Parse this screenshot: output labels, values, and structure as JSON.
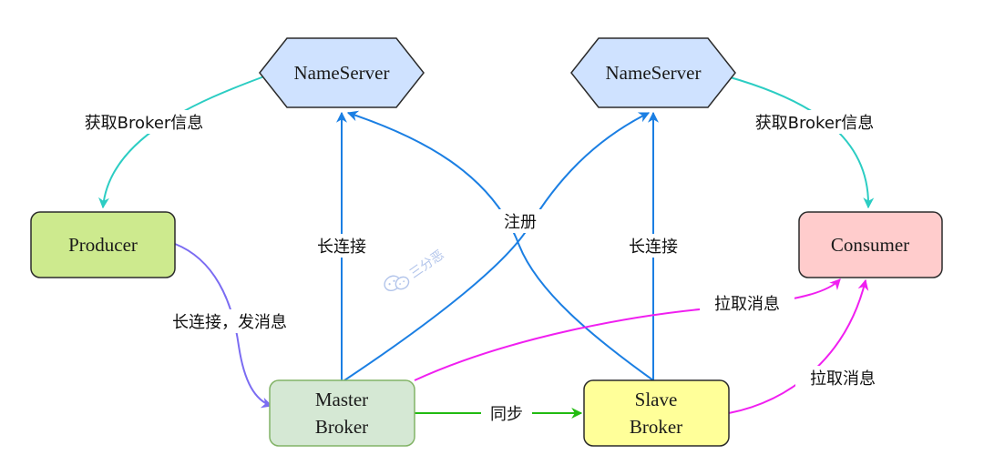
{
  "nodes": {
    "nameserver_left": "NameServer",
    "nameserver_right": "NameServer",
    "producer": "Producer",
    "consumer": "Consumer",
    "master_broker": [
      "Master",
      "Broker"
    ],
    "slave_broker": [
      "Slave",
      "Broker"
    ]
  },
  "edges": {
    "get_broker_info_left": "获取Broker信息",
    "get_broker_info_right": "获取Broker信息",
    "register": "注册",
    "long_connection_left": "长连接",
    "long_connection_right": "长连接",
    "producer_send": "长连接，发消息",
    "pull_message_master": "拉取消息",
    "pull_message_slave": "拉取消息",
    "sync": "同步"
  },
  "watermark": "三分恶",
  "colors": {
    "nameserver_fill": "#cfe2ff",
    "producer_fill": "#cdea8e",
    "consumer_fill": "#ffcccc",
    "master_fill": "#d5e8d4",
    "slave_fill": "#ffff99",
    "register_blue": "#1b7fe3",
    "teal": "#2ccdc3",
    "purple": "#7b6cf2",
    "magenta": "#f01ff0",
    "green": "#22bb11"
  }
}
